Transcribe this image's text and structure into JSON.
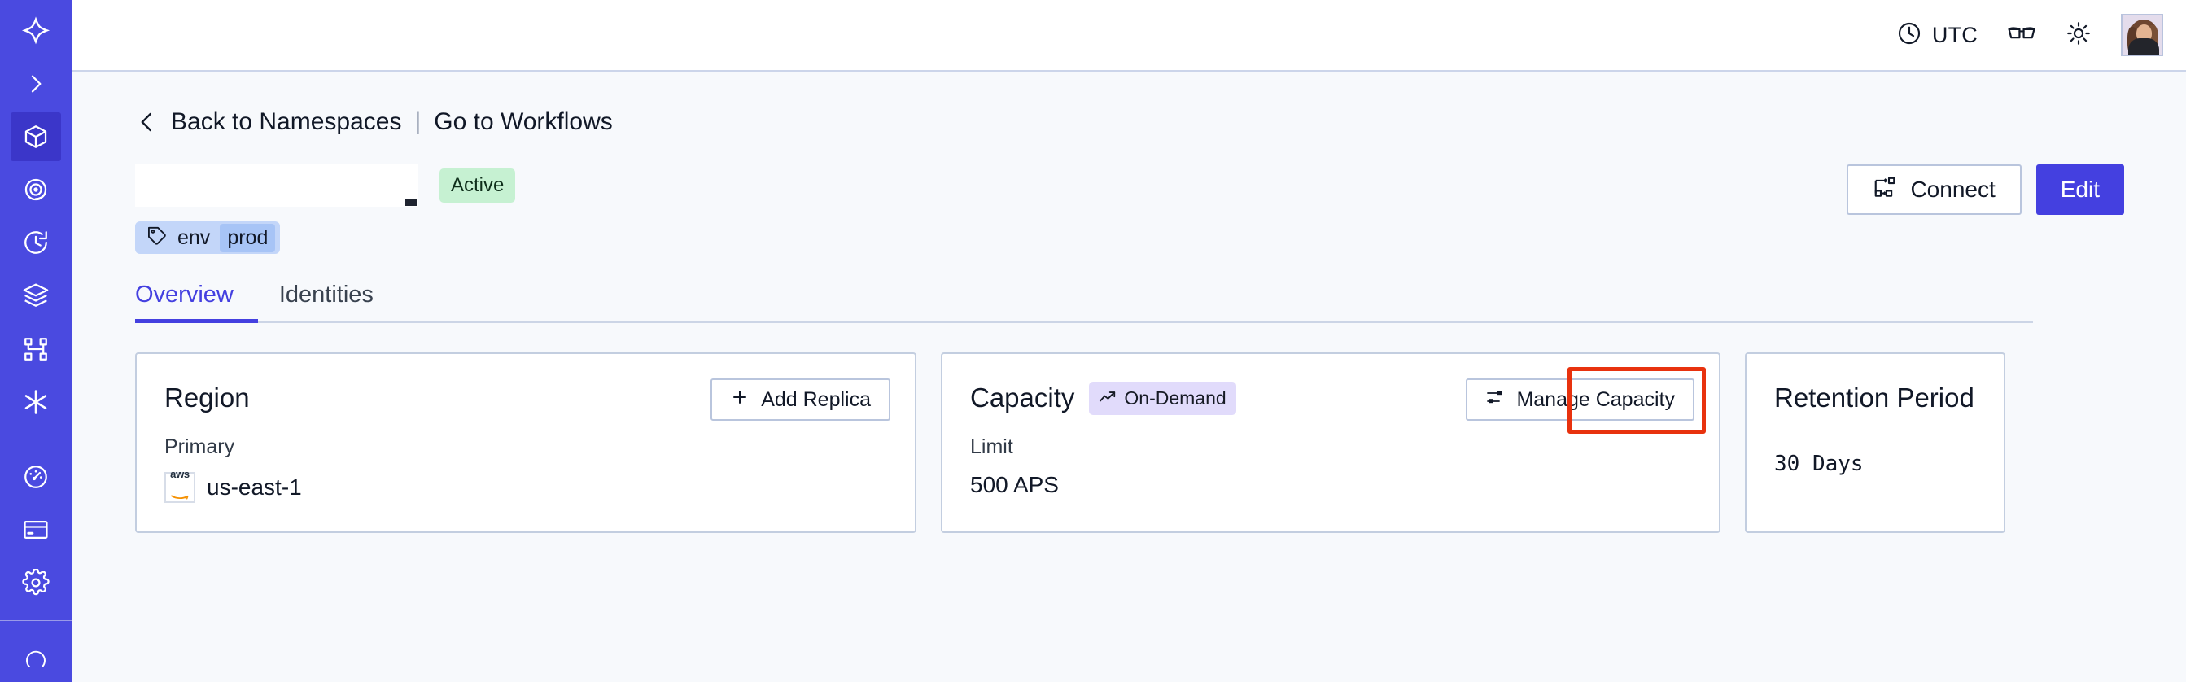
{
  "sidebar": {
    "items": [
      {
        "icon": "temporal-logo-icon",
        "name": "brand-logo",
        "active": false
      },
      {
        "icon": "chevron-right-icon",
        "name": "expand-sidebar",
        "active": false
      },
      {
        "icon": "cube-icon",
        "name": "namespaces",
        "active": true
      },
      {
        "icon": "eye-spiral-icon",
        "name": "observability",
        "active": false
      },
      {
        "icon": "history-clock-icon",
        "name": "history",
        "active": false
      },
      {
        "icon": "layers-icon",
        "name": "layers",
        "active": false
      },
      {
        "icon": "workflow-branch-icon",
        "name": "workflows",
        "active": false
      },
      {
        "icon": "asterisk-icon",
        "name": "integrations",
        "active": false
      },
      {
        "icon": "gauge-icon",
        "name": "usage",
        "active": false
      },
      {
        "icon": "credit-card-icon",
        "name": "billing",
        "active": false
      },
      {
        "icon": "gear-icon",
        "name": "settings",
        "active": false
      }
    ]
  },
  "topbar": {
    "timezone_label": "UTC",
    "clock_icon": "clock-icon",
    "glasses_icon": "glasses-icon",
    "theme_icon": "sun-icon",
    "avatar_icon": "user-avatar"
  },
  "breadcrumb": {
    "back_chevron": "chevron-left-icon",
    "back_label": "Back to Namespaces",
    "separator": "|",
    "forward_label": "Go to Workflows"
  },
  "header": {
    "namespace_title": "",
    "status_badge": "Active",
    "tag": {
      "icon": "tag-icon",
      "key": "env",
      "value": "prod"
    },
    "connect_label": "Connect",
    "connect_icon": "network-connect-icon",
    "edit_label": "Edit"
  },
  "tabs": [
    {
      "label": "Overview",
      "active": true
    },
    {
      "label": "Identities",
      "active": false
    }
  ],
  "cards": {
    "region": {
      "title": "Region",
      "action_label": "Add Replica",
      "action_icon": "plus-icon",
      "sub_label": "Primary",
      "provider_icon": "aws-logo",
      "value": "us-east-1"
    },
    "capacity": {
      "title": "Capacity",
      "badge_label": "On-Demand",
      "badge_icon": "trending-up-icon",
      "action_label": "Manage Capacity",
      "action_icon": "sliders-icon",
      "sub_label": "Limit",
      "value": "500 APS",
      "annotated": true
    },
    "retention": {
      "title": "Retention Period",
      "value": "30 Days"
    }
  },
  "colors": {
    "sidebar_bg": "#4a4ae0",
    "accent": "#4440e0",
    "page_bg": "#f7f9fc",
    "card_border": "#c3cee0",
    "status_active_bg": "#c6f1d2",
    "badge_ondemand_bg": "#e1dbfb",
    "tag_bg": "#c3d6f9",
    "tag_value_bg": "#a7c4f6",
    "annotation_red": "#e8320e"
  }
}
